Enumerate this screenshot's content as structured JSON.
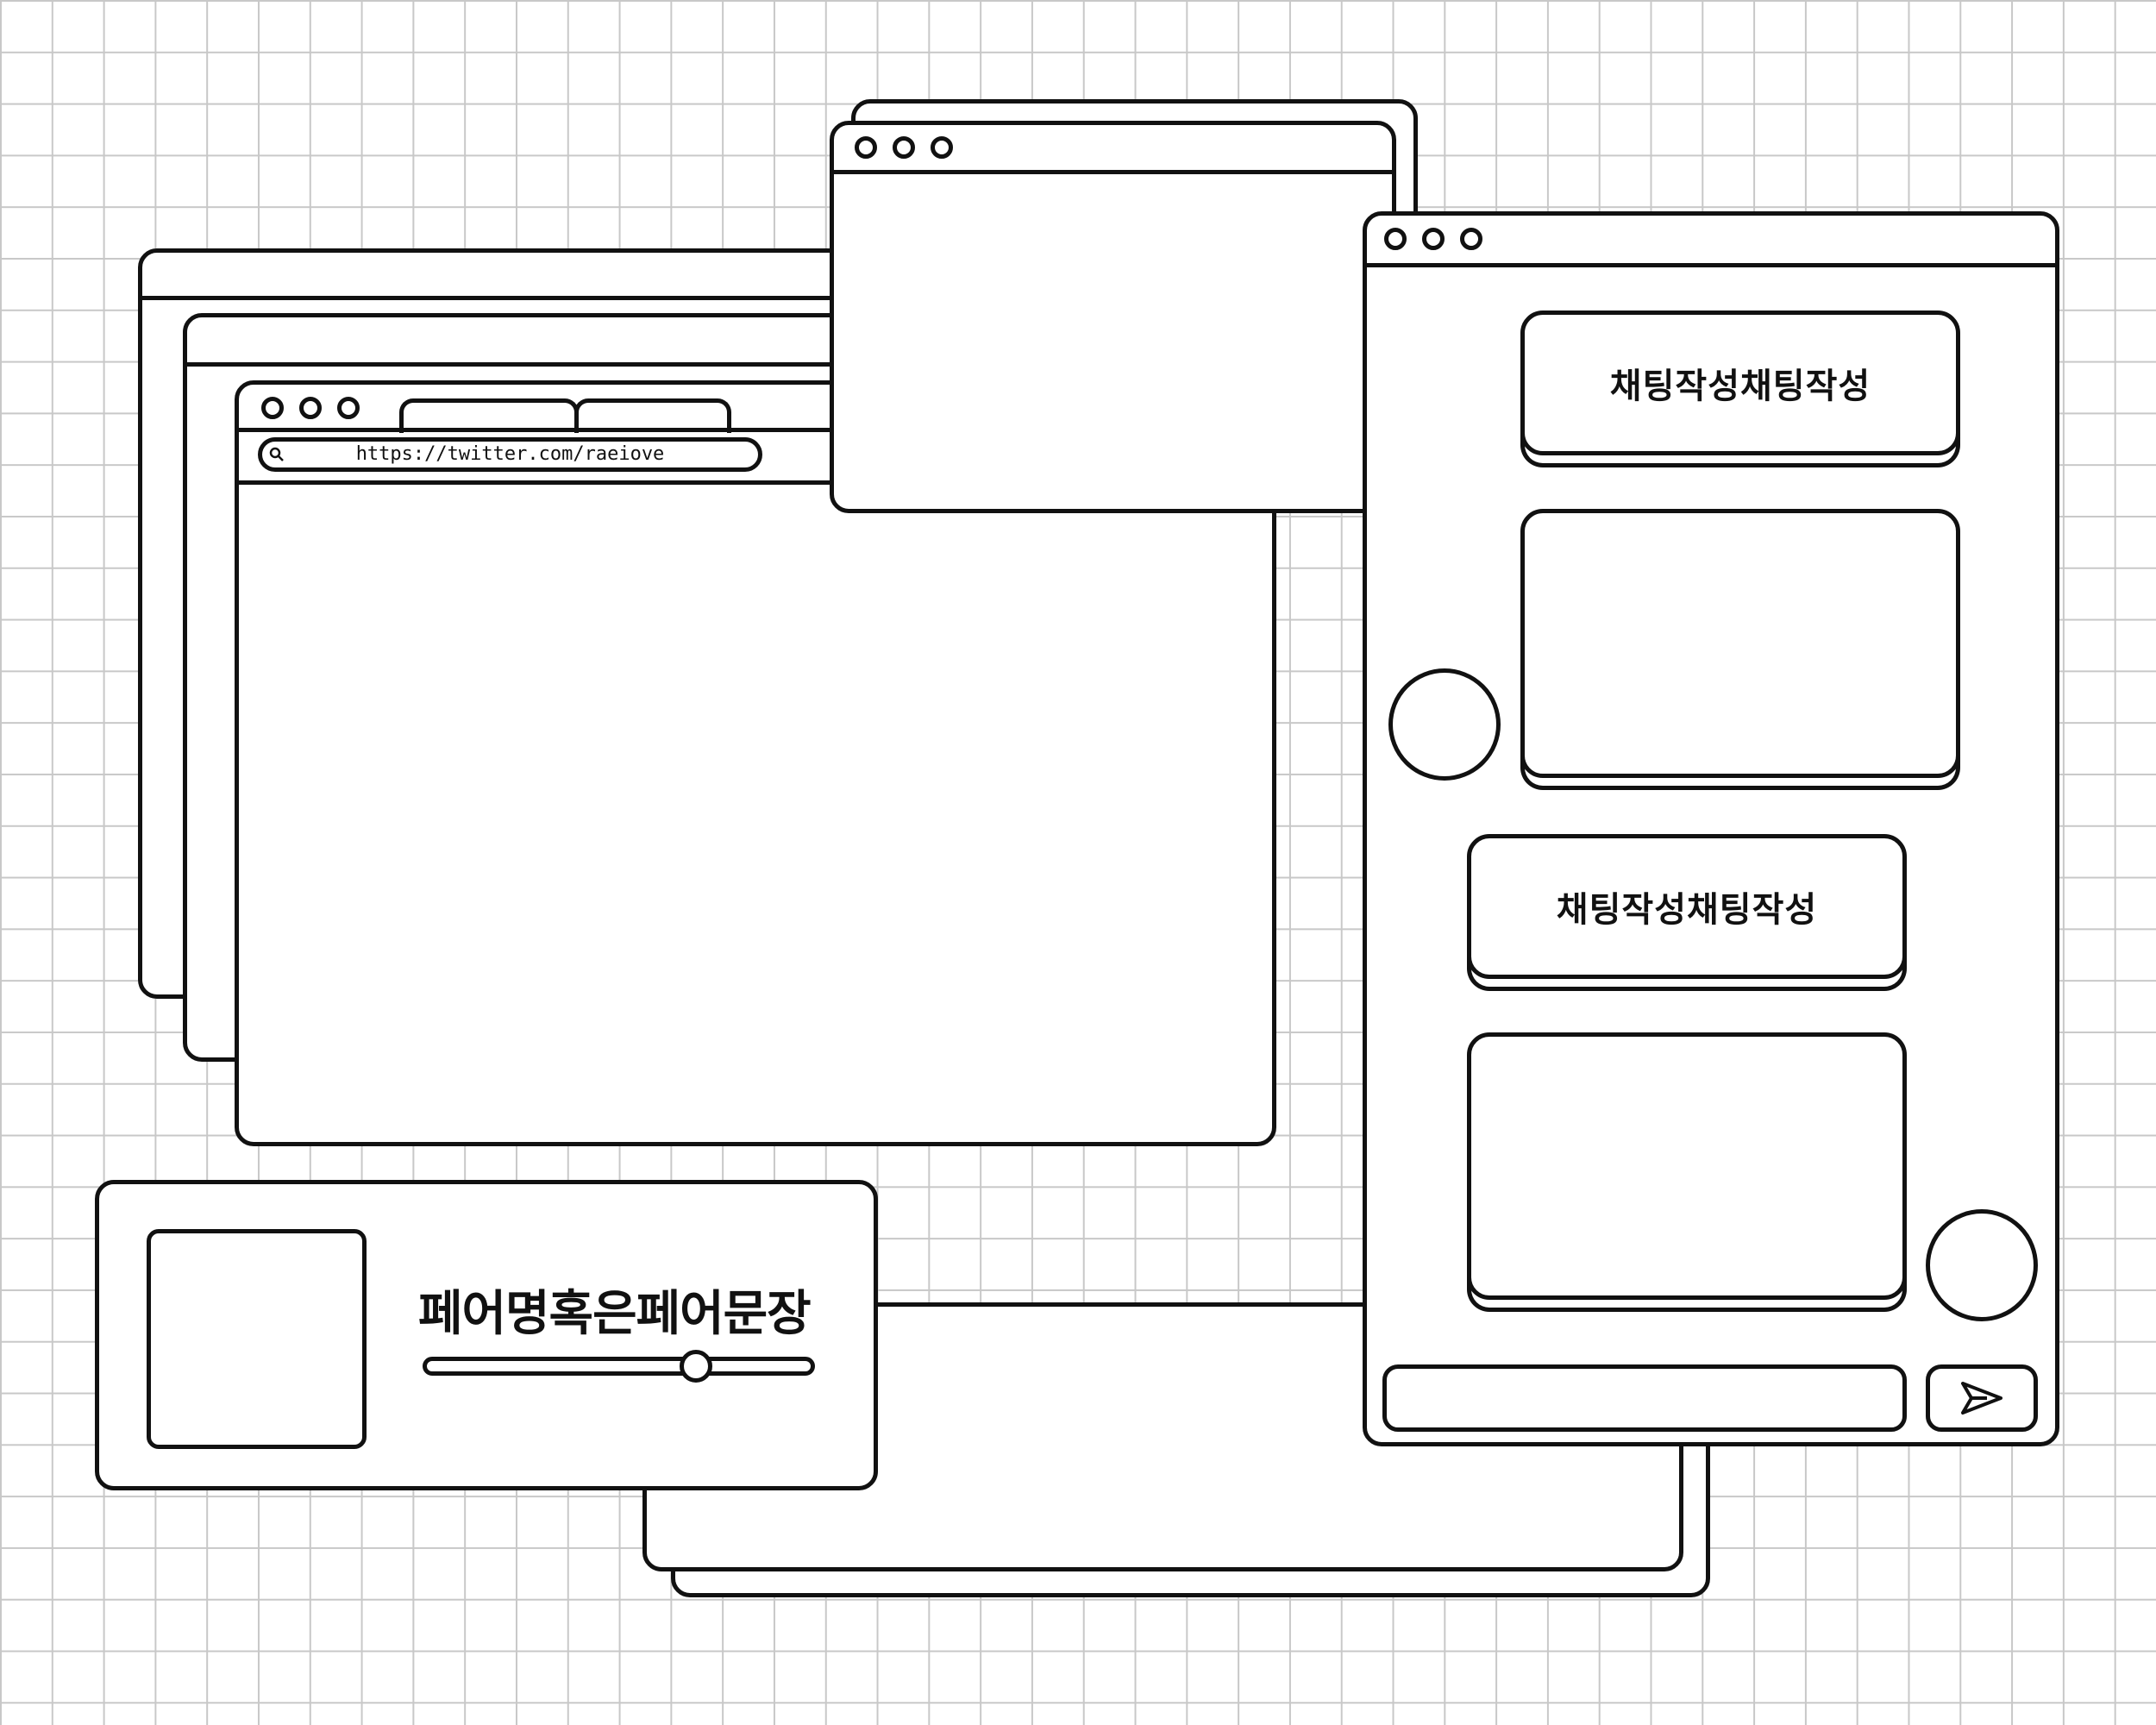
{
  "browser": {
    "address_url": "https://twitter.com/raeiove",
    "search_icon": "search-icon"
  },
  "chat": {
    "messages": [
      {
        "side": "right",
        "text": "채팅작성채팅작성"
      },
      {
        "side": "right",
        "text": ""
      },
      {
        "side": "left",
        "text": "채팅작성채팅작성"
      },
      {
        "side": "left",
        "text": ""
      }
    ],
    "input_value": "",
    "send_icon": "send-icon"
  },
  "player": {
    "title": "페어명혹은페어문장",
    "progress": 0.72
  },
  "colors": {
    "line": "#111111",
    "grid": "#c8c8c8",
    "background": "#ffffff"
  }
}
